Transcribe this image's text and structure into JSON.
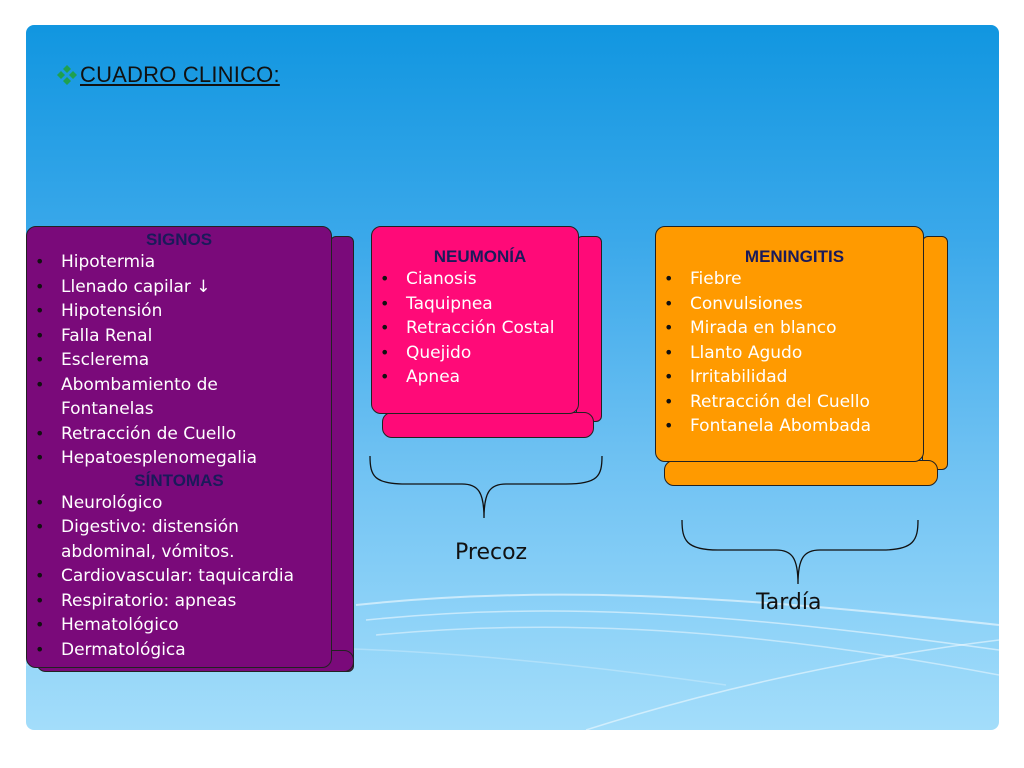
{
  "title": "CUADRO CLINICO:",
  "signos_box": {
    "signos_header": "SIGNOS",
    "signos": [
      "Hipotermia",
      "Llenado capilar ↓",
      "Hipotensión",
      "Falla Renal",
      "Esclerema",
      "Abombamiento de Fontanelas",
      "Retracción de Cuello",
      "Hepatoesplenomegalia"
    ],
    "sintomas_header": "SÍNTOMAS",
    "sintomas": [
      "Neurológico",
      "Digestivo: distensión abdominal, vómitos.",
      "Cardiovascular: taquicardia",
      "Respiratorio: apneas",
      "Hematológico",
      "Dermatológica"
    ]
  },
  "neumonia_box": {
    "header": "NEUMONÍA",
    "items": [
      "Cianosis",
      "Taquipnea",
      "Retracción Costal",
      "Quejido",
      "Apnea"
    ]
  },
  "meningitis_box": {
    "header": "MENINGITIS",
    "items": [
      "Fiebre",
      "Convulsiones",
      "Mirada en blanco",
      "Llanto Agudo",
      "Irritabilidad",
      "Retracción del Cuello",
      "Fontanela Abombada"
    ]
  },
  "labels": {
    "precoz": "Precoz",
    "tardia": "Tardía"
  },
  "colors": {
    "purple": "#7a0a7a",
    "pink": "#ff0a78",
    "orange": "#ff9a00"
  }
}
